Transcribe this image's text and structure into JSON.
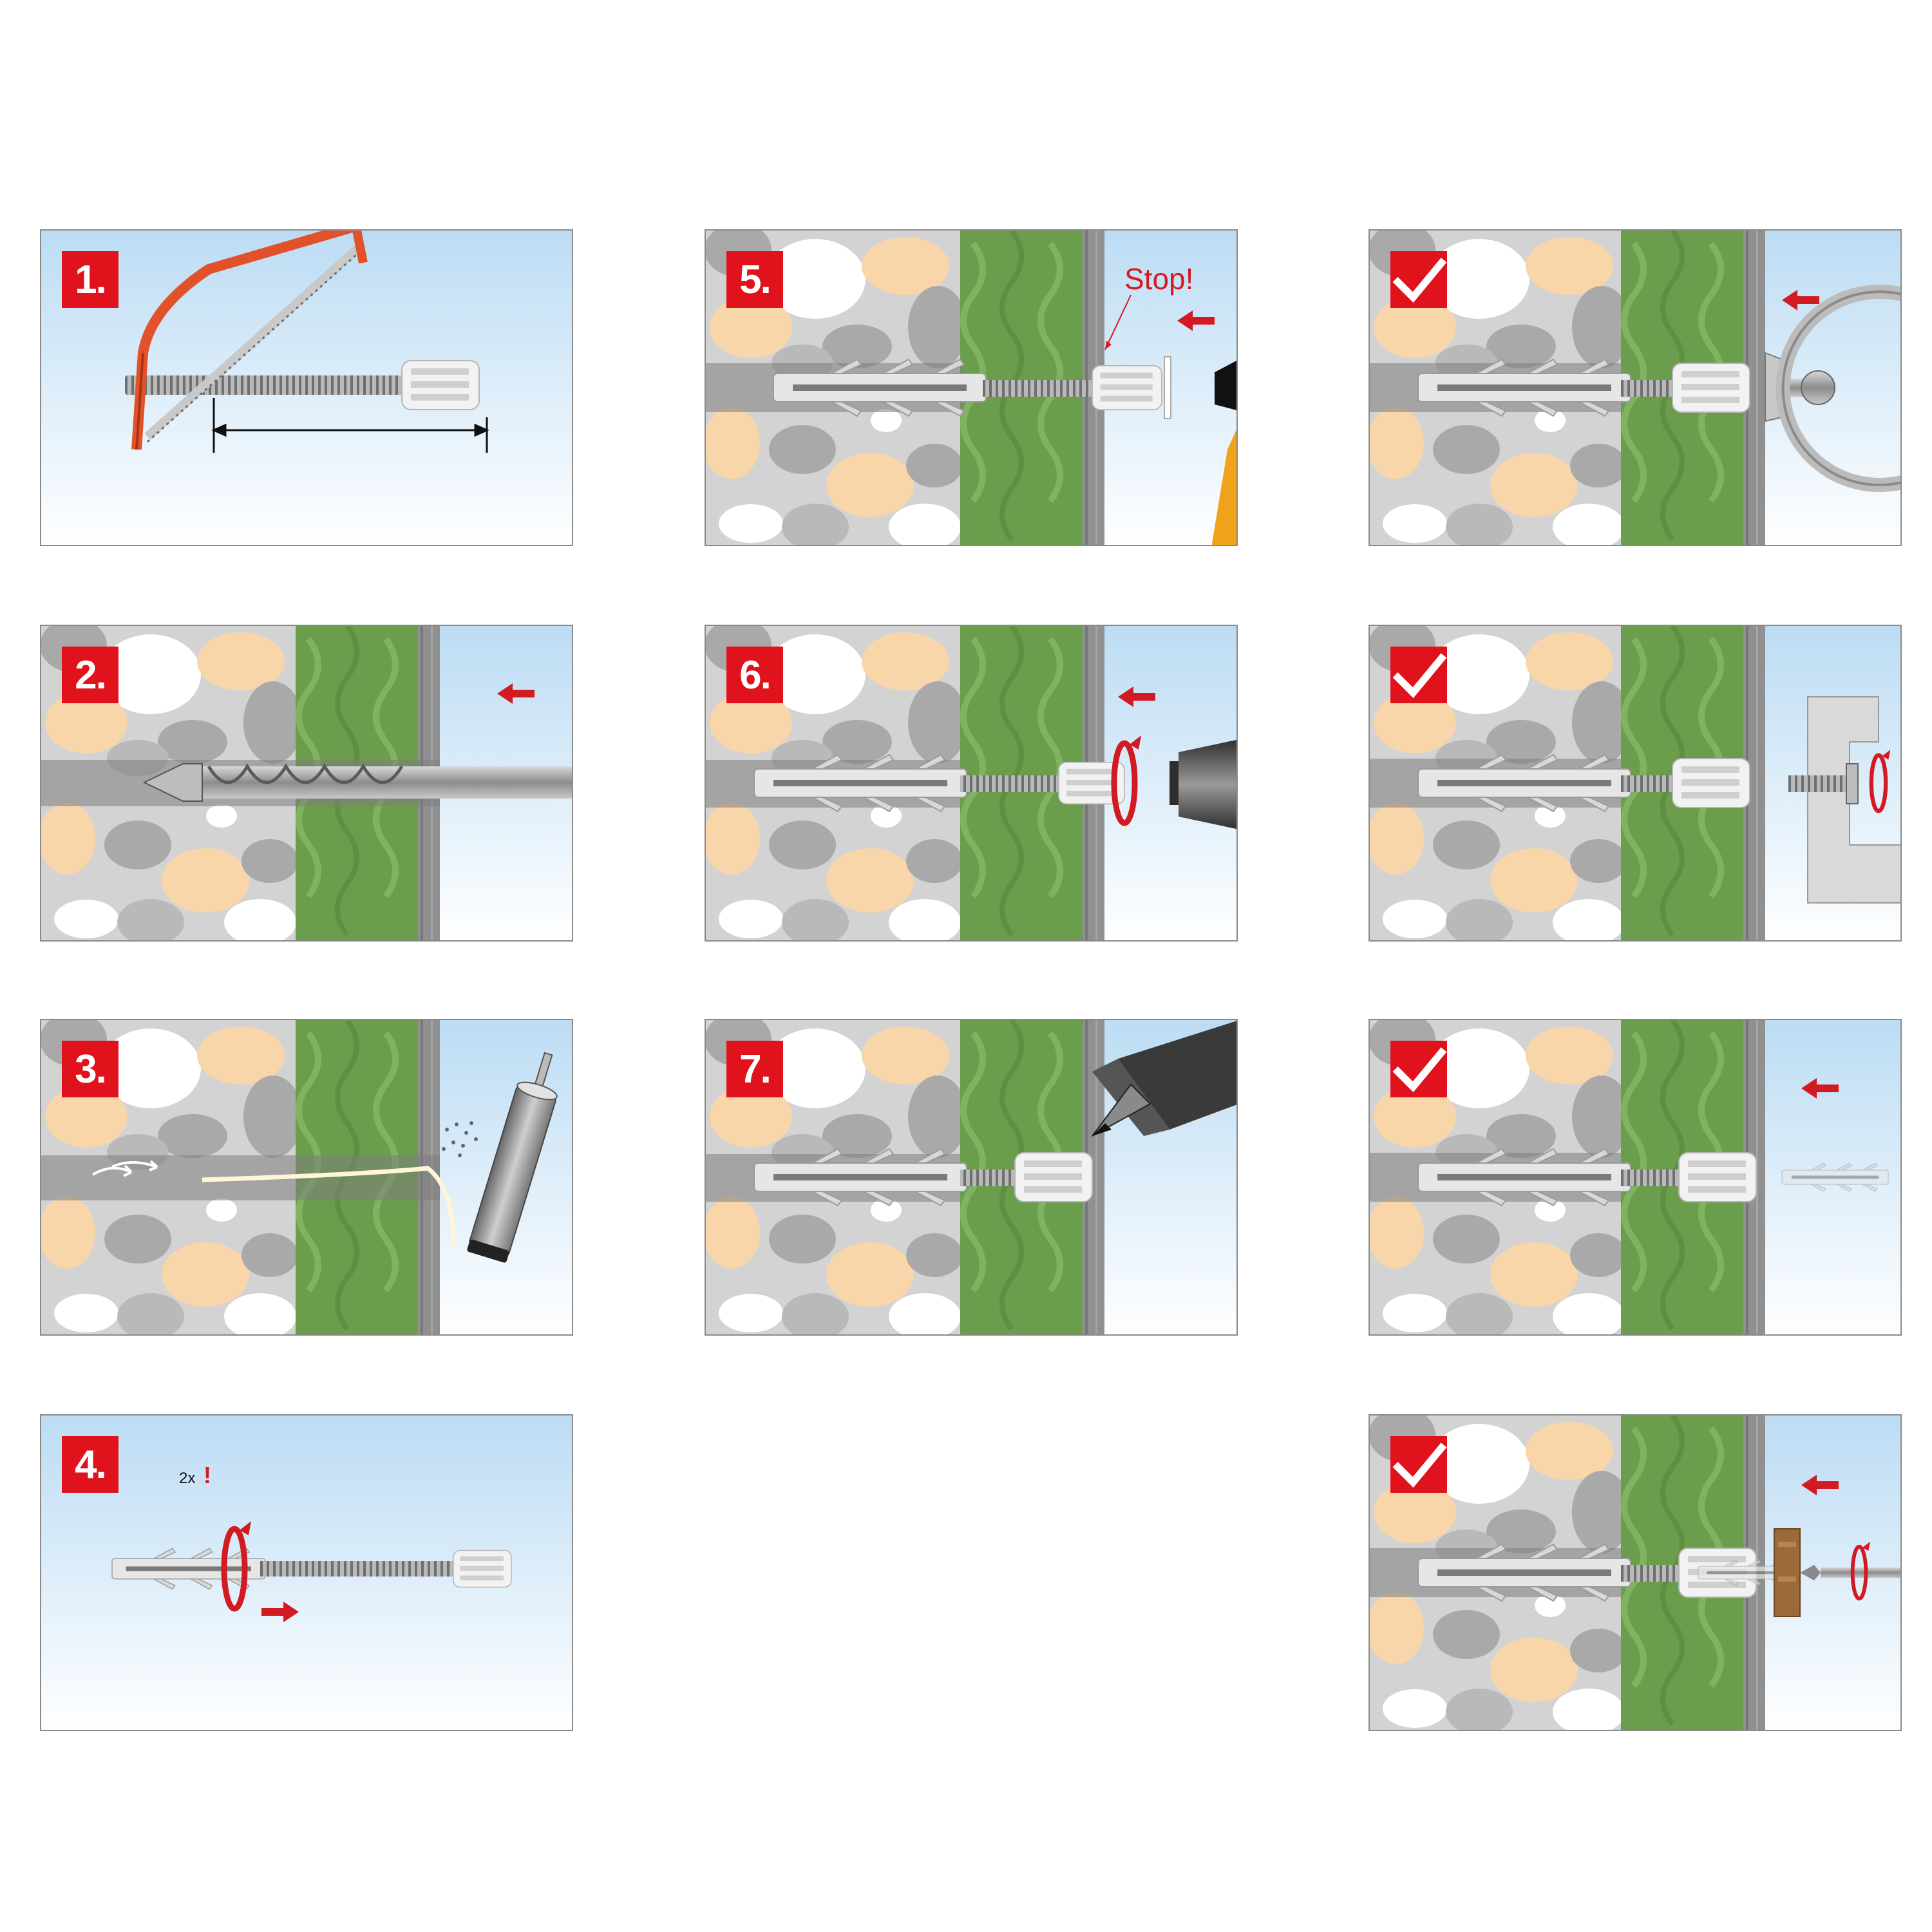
{
  "steps": [
    {
      "id": "1",
      "label": "1."
    },
    {
      "id": "2",
      "label": "2."
    },
    {
      "id": "3",
      "label": "3."
    },
    {
      "id": "4",
      "label": "4."
    },
    {
      "id": "5",
      "label": "5."
    },
    {
      "id": "6",
      "label": "6."
    },
    {
      "id": "7",
      "label": "7."
    }
  ],
  "annotations": {
    "stop": "Stop!",
    "repeat": "2x",
    "exclamation": "!"
  },
  "colors": {
    "badge_red": "#e0121b",
    "arrow_red": "#d21a22",
    "insulation_green": "#6a9d4c",
    "masonry_grey": "#d3d3d3",
    "pebble_orange": "#f8d6aa",
    "sky_blue": "#c3dff5",
    "plaster_grey": "#909090"
  },
  "icons": {
    "saw": "hacksaw-icon",
    "drill": "drill-bit-icon",
    "pump": "blow-out-pump-icon",
    "check": "checkmark-icon",
    "hammer": "hammer-icon",
    "chuck": "drill-chuck-icon",
    "cartridge": "sealant-cartridge-icon"
  }
}
